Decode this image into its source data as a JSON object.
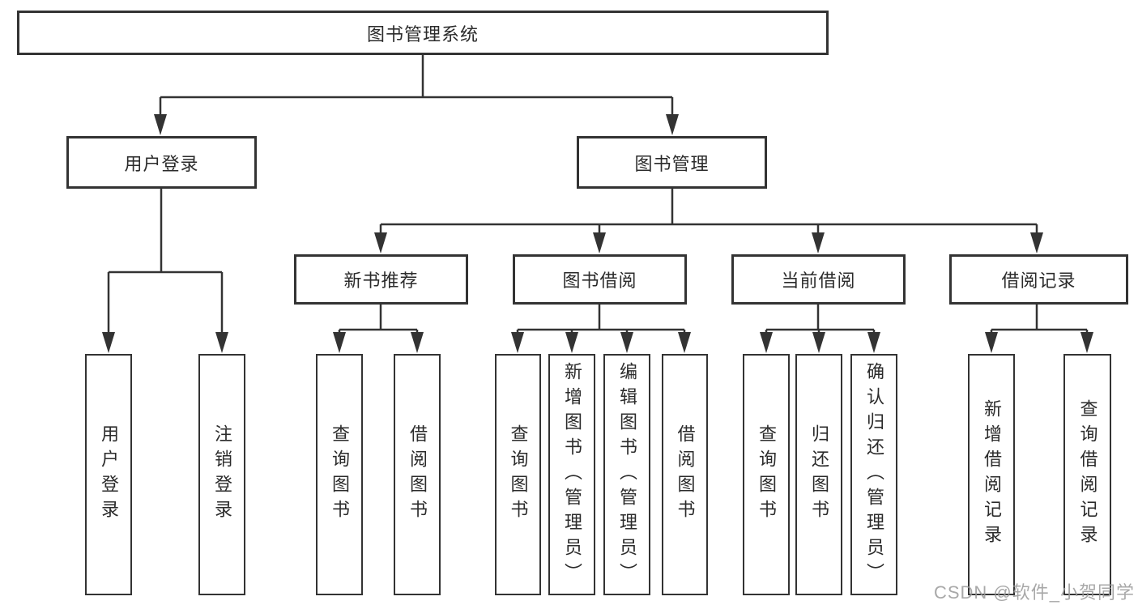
{
  "diagram": {
    "root": {
      "label": "图书管理系统"
    },
    "branches": [
      {
        "label": "用户登录",
        "children": [
          {
            "label": "用户登录"
          },
          {
            "label": "注销登录"
          }
        ]
      },
      {
        "label": "图书管理",
        "children": [
          {
            "label": "新书推荐",
            "children": [
              {
                "label": "查询图书"
              },
              {
                "label": "借阅图书"
              }
            ]
          },
          {
            "label": "图书借阅",
            "children": [
              {
                "label": "查询图书"
              },
              {
                "label": "新增图书（管理员）"
              },
              {
                "label": "编辑图书（管理员）"
              },
              {
                "label": "借阅图书"
              }
            ]
          },
          {
            "label": "当前借阅",
            "children": [
              {
                "label": "查询图书"
              },
              {
                "label": "归还图书"
              },
              {
                "label": "确认归还（管理员）"
              }
            ]
          },
          {
            "label": "借阅记录",
            "children": [
              {
                "label": "新增借阅记录"
              },
              {
                "label": "查询借阅记录"
              }
            ]
          }
        ]
      }
    ]
  },
  "watermark": {
    "text": "CSDN @软件_小贺同学"
  },
  "colors": {
    "line": "#333333",
    "text": "#2b2b2b",
    "background": "#ffffff",
    "watermark": "#9a9a9a"
  }
}
